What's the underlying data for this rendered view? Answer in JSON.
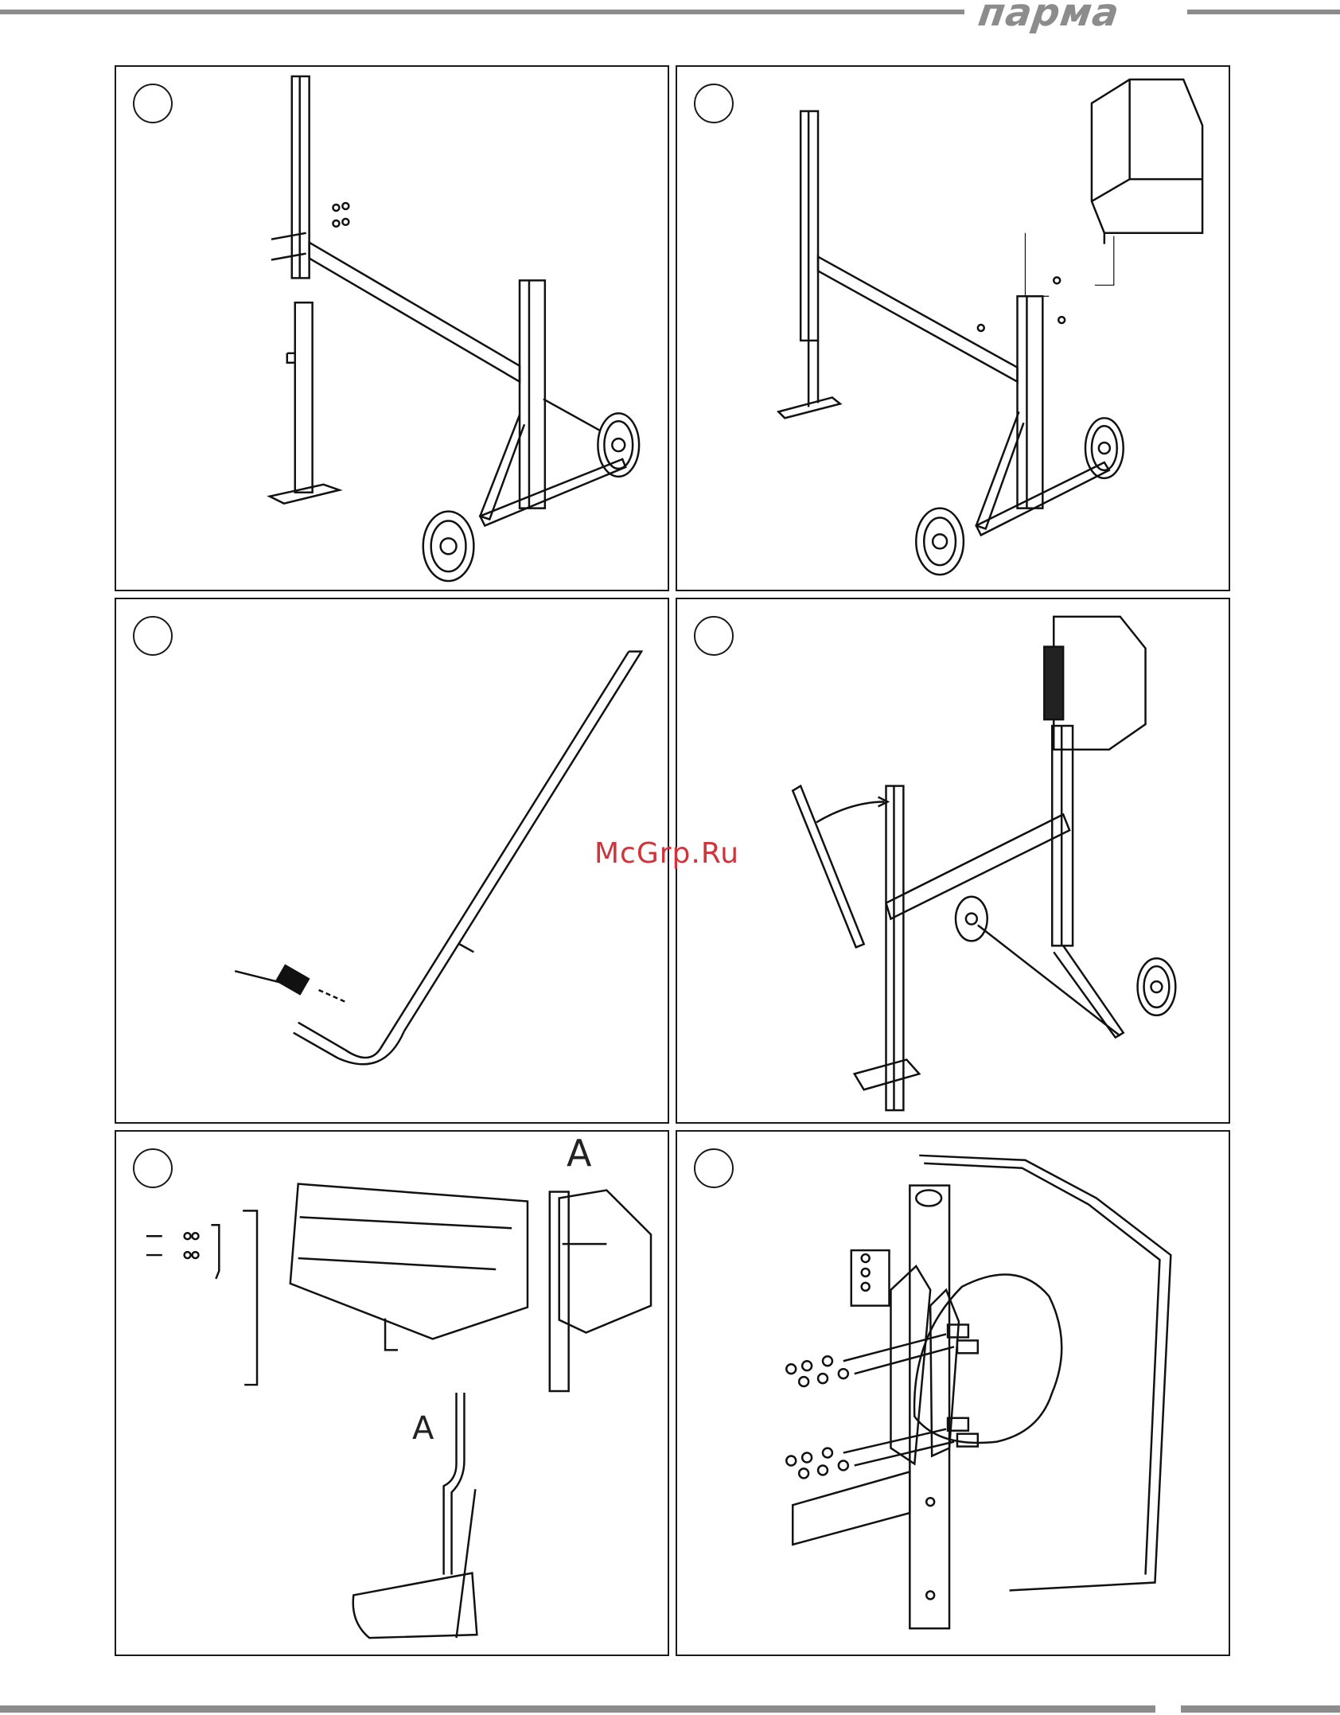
{
  "header": {
    "brand": "парма",
    "brand_color": "#8c8c8c"
  },
  "watermark": {
    "text": "McGrp.Ru",
    "color": "#d0343a"
  },
  "panels": [
    {
      "step_number": "",
      "content": "frame-assembly"
    },
    {
      "step_number": "",
      "content": "gearbox-mount"
    },
    {
      "step_number": "",
      "content": "handle"
    },
    {
      "step_number": "",
      "content": "handle-insert"
    },
    {
      "step_number": "",
      "content": "drum-attach",
      "detail_label": "A",
      "detail_callout": "A"
    },
    {
      "step_number": "",
      "content": "bracket-bolts"
    }
  ]
}
